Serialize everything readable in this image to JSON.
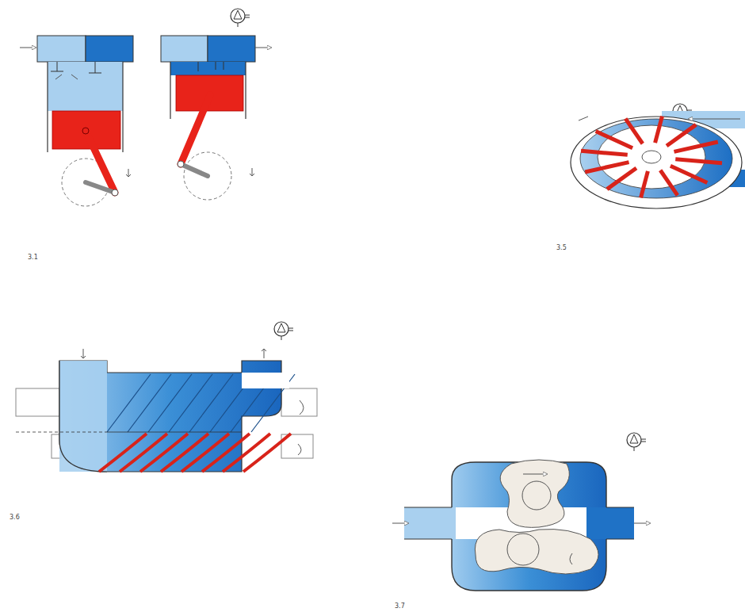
{
  "diagram": {
    "labels": [
      "3.1",
      "3.5",
      "3.6",
      "3.7"
    ]
  }
}
